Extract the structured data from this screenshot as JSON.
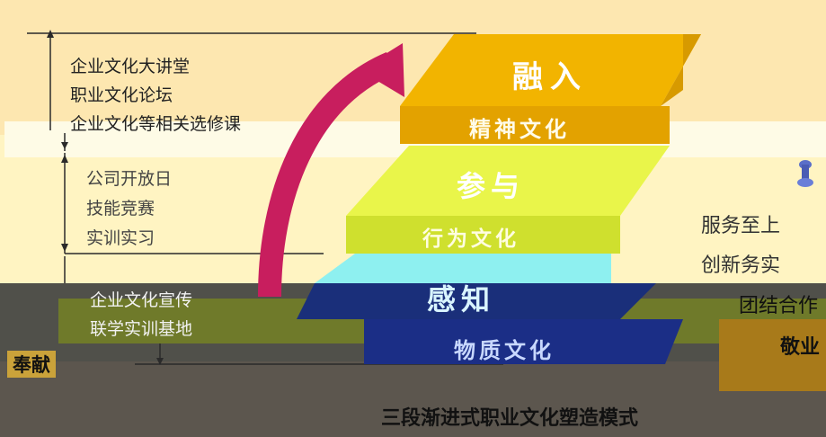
{
  "stages": {
    "top": {
      "title": "融入",
      "sub": "精神文化",
      "items": [
        "企业文化大讲堂",
        "职业文化论坛",
        "企业文化等相关选修课"
      ]
    },
    "middle": {
      "title": "参与",
      "sub": "行为文化",
      "items": [
        "公司开放日",
        "技能竞赛",
        "实训实习"
      ]
    },
    "bottom": {
      "title": "感知",
      "sub": "物质文化",
      "items": [
        "企业文化宣传",
        "联学实训基地"
      ]
    }
  },
  "values": {
    "right_top": [
      "服务至上",
      "创新务实"
    ],
    "right_mid": "团结合作",
    "right_low": "敬业",
    "left_low": "奉献"
  },
  "caption": "三段渐进式职业文化塑造模式",
  "colors": {
    "top_block": "#f2b400",
    "middle_block": "#e6f548",
    "bottom_block_top": "#8ef0f0",
    "bottom_block_dark": "#1a2f7a",
    "arrow": "#c81e5e"
  }
}
